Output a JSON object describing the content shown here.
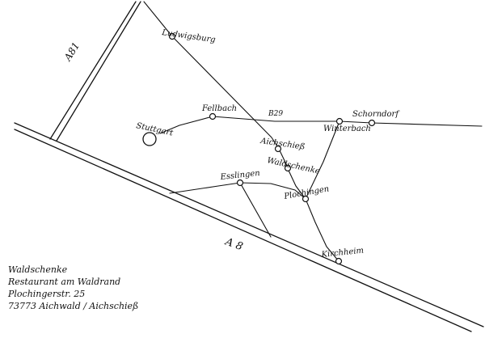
{
  "map": {
    "roads": {
      "a81": "A81",
      "a8": "A 8",
      "b29": "B29"
    },
    "places": {
      "ludwigsburg": "Ludwigsburg",
      "stuttgart": "Stuttgart",
      "fellbach": "Fellbach",
      "schorndorf": "Schorndorf",
      "winterbach": "Winterbach",
      "aichschiess": "Aichschieß",
      "waldschenke": "Waldschenke",
      "esslingen": "Esslingen",
      "plochingen": "Plochingen",
      "kirchheim": "Kirchheim"
    }
  },
  "address": {
    "name": "Waldschenke",
    "tagline": "Restaurant am Waldrand",
    "street": "Plochingerstr. 25",
    "city": "73773 Aichwald / Aichschieß"
  }
}
